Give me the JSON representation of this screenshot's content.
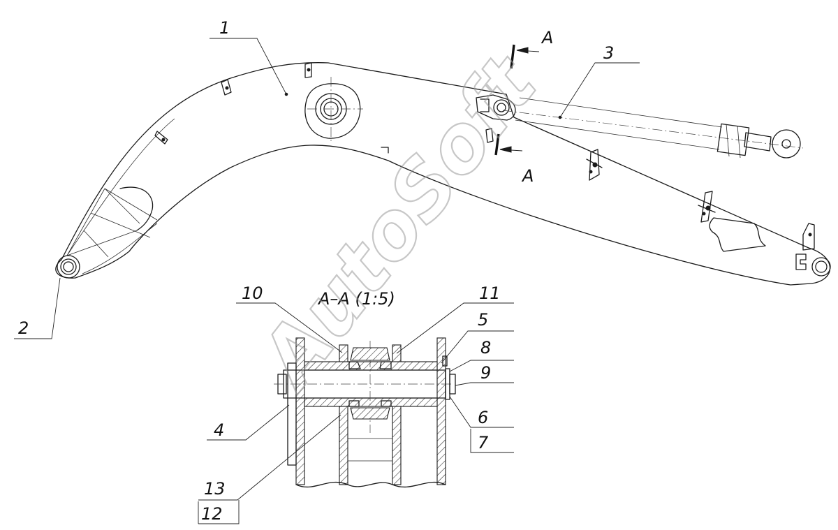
{
  "labels": {
    "p1": "1",
    "p2": "2",
    "p3": "3",
    "p4": "4",
    "p5": "5",
    "p6": "6",
    "p7": "7",
    "p8": "8",
    "p9": "9",
    "p10": "10",
    "p11": "11",
    "p12": "12",
    "p13": "13"
  },
  "section": {
    "marker_top": "A",
    "marker_bottom": "A",
    "title": "А–А (1:5)"
  },
  "watermark": "AutoSoft"
}
